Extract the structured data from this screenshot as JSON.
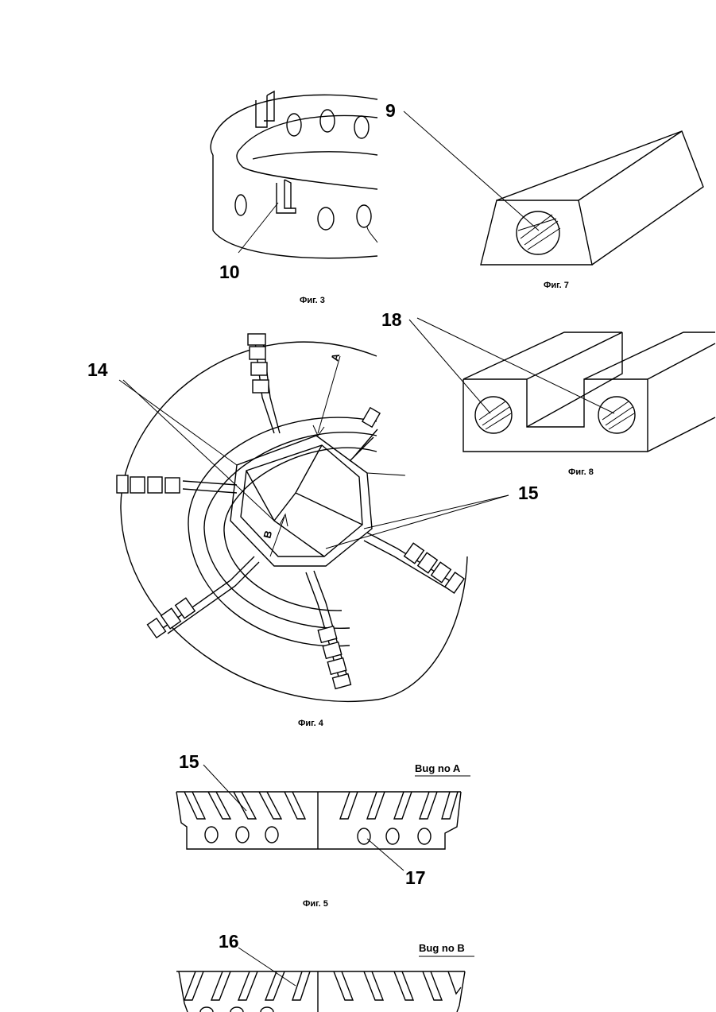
{
  "figures": {
    "fig3": {
      "caption": "Фиг. 3",
      "labels": [
        "10"
      ]
    },
    "fig7": {
      "caption": "Фиг. 7",
      "labels": [
        "9"
      ]
    },
    "fig8": {
      "caption": "Фиг. 8",
      "labels": [
        "18"
      ]
    },
    "fig4": {
      "caption": "Фиг. 4",
      "labels": [
        "14",
        "15"
      ],
      "arrows": [
        "A",
        "B"
      ]
    },
    "fig5": {
      "caption": "Фиг. 5",
      "labels": [
        "15",
        "17"
      ],
      "view": "Bug no A"
    },
    "fig6": {
      "labels": [
        "16"
      ],
      "view": "Bug no B"
    }
  }
}
